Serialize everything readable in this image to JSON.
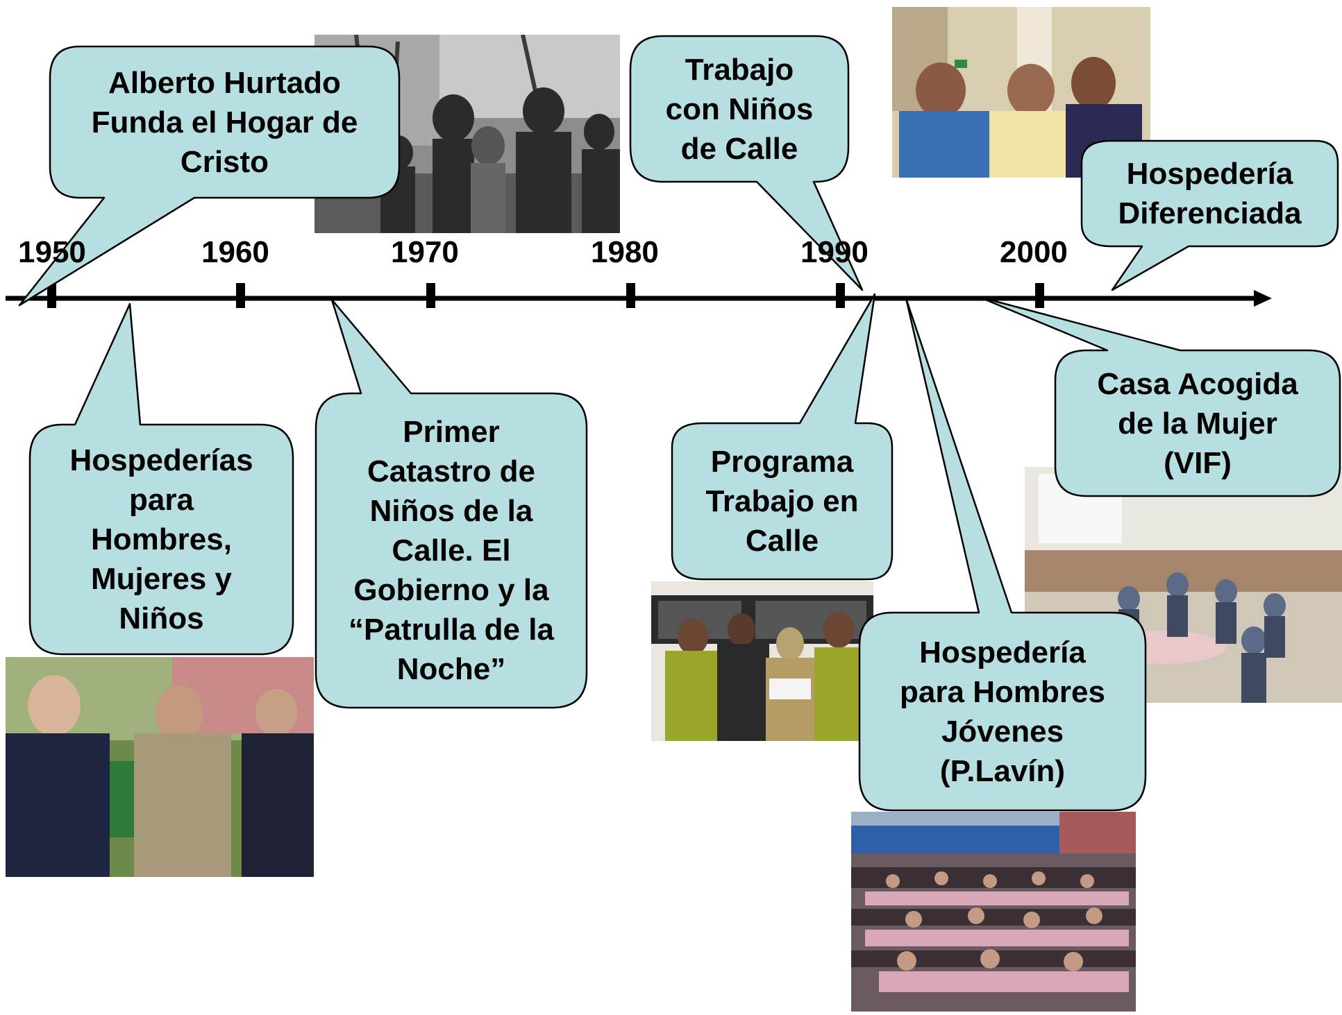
{
  "timeline": {
    "years": [
      "1950",
      "1960",
      "1970",
      "1980",
      "1990",
      "2000"
    ],
    "line_color": "#000000"
  },
  "callouts": {
    "fill": "#b7dee0",
    "c1": "Alberto Hurtado\nFunda el Hogar de\nCristo",
    "c2": "Trabajo\ncon Niños\nde Calle",
    "c3": "Hospedería\nDiferenciada",
    "c4": "Hospederías\npara\nHombres,\nMujeres y\nNiños",
    "c5": "Primer\nCatastro de\nNiños de la\nCalle. El\nGobierno y la\n“Patrulla de la\nNoche”",
    "c6": "Programa\nTrabajo en\nCalle",
    "c7": "Hospedería\npara Hombres\nJóvenes\n(P.Lavín)",
    "c8": "Casa Acogida\nde la Mujer\n(VIF)"
  }
}
